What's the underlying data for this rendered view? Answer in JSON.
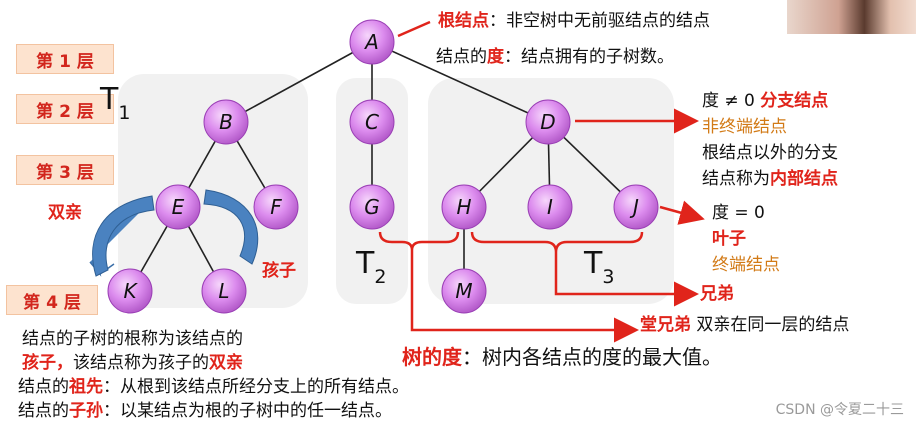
{
  "levels": [
    "第 1 层",
    "第 2 层",
    "第 3 层",
    "第 4 层"
  ],
  "nodes": [
    {
      "id": "A",
      "label": "A"
    },
    {
      "id": "B",
      "label": "B"
    },
    {
      "id": "C",
      "label": "C"
    },
    {
      "id": "D",
      "label": "D"
    },
    {
      "id": "E",
      "label": "E"
    },
    {
      "id": "F",
      "label": "F"
    },
    {
      "id": "G",
      "label": "G"
    },
    {
      "id": "H",
      "label": "H"
    },
    {
      "id": "I",
      "label": "I"
    },
    {
      "id": "J",
      "label": "J"
    },
    {
      "id": "K",
      "label": "K"
    },
    {
      "id": "L",
      "label": "L"
    },
    {
      "id": "M",
      "label": "M"
    }
  ],
  "edges": [
    [
      "A",
      "B"
    ],
    [
      "A",
      "C"
    ],
    [
      "A",
      "D"
    ],
    [
      "B",
      "E"
    ],
    [
      "B",
      "F"
    ],
    [
      "C",
      "G"
    ],
    [
      "D",
      "H"
    ],
    [
      "D",
      "I"
    ],
    [
      "D",
      "J"
    ],
    [
      "E",
      "K"
    ],
    [
      "E",
      "L"
    ],
    [
      "H",
      "M"
    ]
  ],
  "subtrees": {
    "t1": "T",
    "t1_sub": "1",
    "t2": "T",
    "t2_sub": "2",
    "t3": "T",
    "t3_sub": "3"
  },
  "root_note": {
    "term": "根结点",
    "rest": "：非空树中无前驱结点的结点"
  },
  "degree_note": {
    "prefix": "结点的",
    "term": "度",
    "rest": "：结点拥有的子树数。"
  },
  "branch_note": {
    "degree": "度 ≠ 0",
    "term": "分支结点",
    "alt": "非终端结点",
    "line1": "根结点以外的分支",
    "line2_prefix": "结点称为",
    "line2_term": "内部结点"
  },
  "leaf_note": {
    "degree": "度 = 0",
    "term": "叶子",
    "alt": "终端结点"
  },
  "sibling_label": "兄弟",
  "cousin_note": {
    "term": "堂兄弟",
    "rest": "双亲在同一层的结点"
  },
  "parent_label": "双亲",
  "child_label": "孩子",
  "tree_degree_note": {
    "term": "树的度",
    "rest": "：树内各结点的度的最大值。"
  },
  "bottom_notes": {
    "line1": "结点的子树的根称为该结点的",
    "line2_a": "孩子，",
    "line2_b": "该结点称为孩子的",
    "line2_c": "双亲",
    "line3_a": "结点的",
    "line3_b": "祖先",
    "line3_c": "：从根到该结点所经分支上的所有结点。",
    "line4_a": "结点的",
    "line4_b": "子孙",
    "line4_c": "：以某结点为根的子树中的任一结点。"
  },
  "watermark": "CSDN @令夏二十三",
  "colors": {
    "node_fill": "#e08cf0",
    "node_stroke": "#9a3fb5",
    "accent_red": "#e0241b",
    "accent_orange": "#d27a16",
    "arrow_blue": "#4a82c0",
    "panel": "#f1f1f1"
  }
}
